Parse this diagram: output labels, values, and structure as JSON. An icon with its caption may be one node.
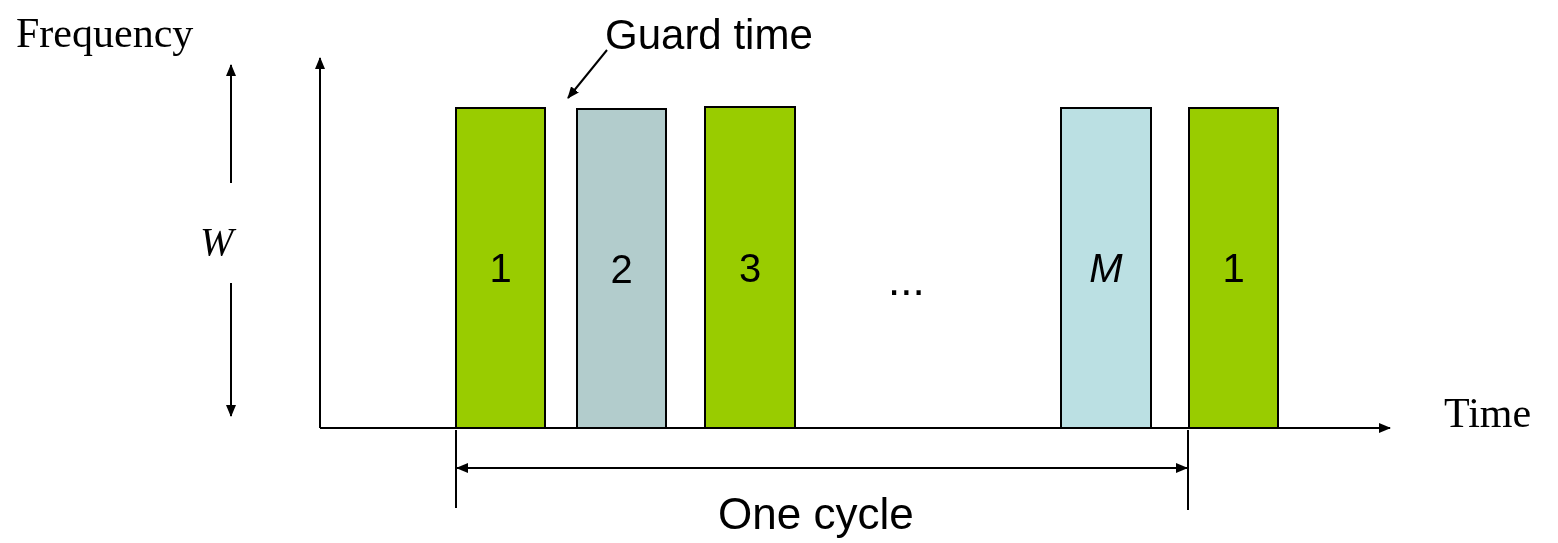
{
  "diagram": {
    "nodes": [
      {
        "text": [
          "1"
        ]
      },
      {
        "text": [
          "2"
        ]
      },
      {
        "text": [
          "3"
        ]
      },
      {
        "text": [
          "M"
        ]
      },
      {
        "text": [
          "1"
        ]
      },
      {
        "text": [
          "Guard time"
        ]
      }
    ],
    "edges": [
      {
        "from": 5,
        "to": 1,
        "arrow": "to"
      }
    ],
    "labels": [
      "Frequency",
      "W",
      "...",
      "Time",
      "One cycle"
    ]
  }
}
